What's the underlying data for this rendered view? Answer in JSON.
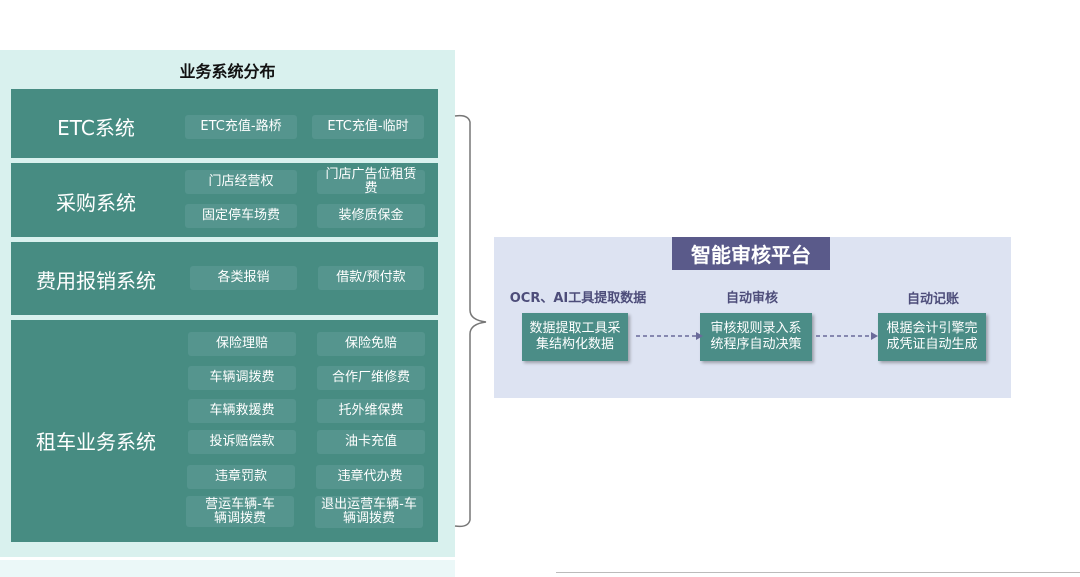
{
  "left_panel": {
    "title": "业务系统分布",
    "sections": [
      {
        "name": "ETC系统",
        "items": [
          "ETC充值-路桥",
          "ETC充值-临时"
        ]
      },
      {
        "name": "采购系统",
        "items": [
          "门店经营权",
          "门店广告位租赁费",
          "固定停车场费",
          "装修质保金"
        ]
      },
      {
        "name": "费用报销系统",
        "items": [
          "各类报销",
          "借款/预付款"
        ]
      },
      {
        "name": "租车业务系统",
        "items": [
          "保险理赔",
          "保险免赔",
          "车辆调拨费",
          "合作厂维修费",
          "车辆救援费",
          "托外维保费",
          "投诉赔偿款",
          "油卡充值",
          "违章罚款",
          "违章代办费",
          "营运车辆-车辆调拨费",
          "退出运营车辆-车辆调拨费"
        ]
      }
    ]
  },
  "right_panel": {
    "title": "智能审核平台",
    "steps": [
      {
        "label": "OCR、AI工具提取数据",
        "box": "数据提取工具采集结构化数据"
      },
      {
        "label": "自动审核",
        "box": "审核规则录入系统程序自动决策"
      },
      {
        "label": "自动记账",
        "box": "根据会计引擎完成凭证自动生成"
      }
    ]
  },
  "colors": {
    "section": "#478c82",
    "chip": "#55958e",
    "platform_title": "#5a5a8a",
    "panel": "#dde3f2"
  }
}
